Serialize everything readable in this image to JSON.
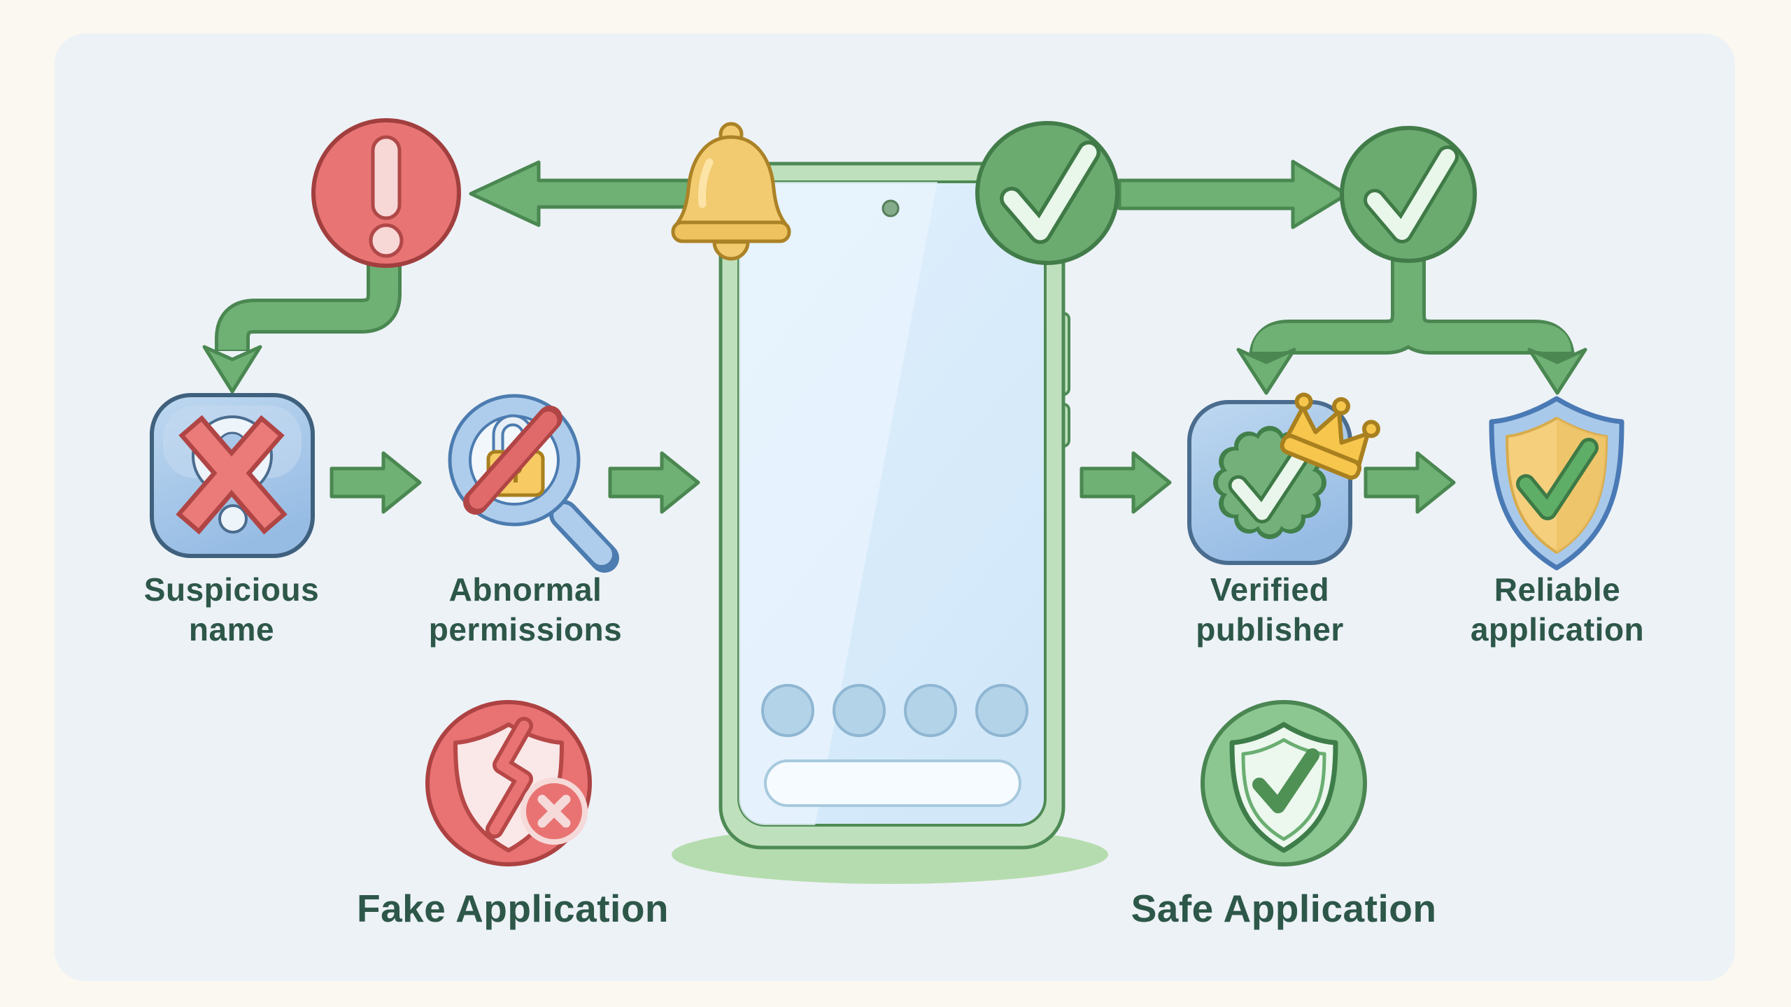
{
  "page": {
    "background": "#faf8f1",
    "panel_background": "#edf2f6"
  },
  "nodes": {
    "suspicious": {
      "line1": "Suspicious",
      "line2": "name",
      "icon": "blocked-app-icon"
    },
    "abnormal": {
      "line1": "Abnormal",
      "line2": "permissions",
      "icon": "permission-denied-magnifier-icon"
    },
    "verified": {
      "line1": "Verified",
      "line2": "publisher",
      "icon": "verified-badge-crown-icon"
    },
    "reliable": {
      "line1": "Reliable",
      "line2": "application",
      "icon": "shield-check-icon"
    },
    "fake": {
      "label": "Fake Application",
      "icon": "broken-shield-cross-icon"
    },
    "safe": {
      "label": "Safe Application",
      "icon": "safe-shield-check-icon"
    }
  },
  "decorations": {
    "alert_icon": "alert-exclamation-icon",
    "bell_icon": "notification-bell-icon",
    "check_icons": [
      "check-circle-icon",
      "check-circle-icon"
    ],
    "phone_icon": "smartphone-illustration"
  },
  "colors": {
    "arrow_green": "#6fb074",
    "arrow_outline": "#4a8751",
    "alert_red": "#e87474",
    "alert_outline": "#a13f3f",
    "bell_gold": "#f2cb70",
    "phone_frame": "#bfe0bc",
    "screen_blue": "#d8ecfa",
    "icon_blue": "#a9c7e9",
    "badge_green": "#74b17a",
    "gold": "#f6cf7d",
    "fake_red": "#e87372",
    "safe_green": "#8cc690",
    "label_text": "#2d5749"
  }
}
